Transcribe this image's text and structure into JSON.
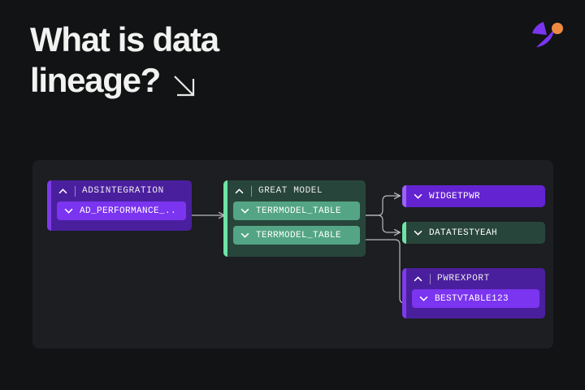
{
  "page": {
    "background": "#111315",
    "title_line1": "What is data",
    "title_line2": "lineage?",
    "title_arrow_icon": "diagonal-arrow-down-right-icon"
  },
  "logo": {
    "name": "brand-logo",
    "wedge_color": "#7b35f0",
    "dot_color": "#ee8a40"
  },
  "canvas": {
    "background": "#1c1e21",
    "edge_color": "#b9b9bb"
  },
  "nodes": [
    {
      "id": "adsintegration",
      "type": "group",
      "title": "ADSINTEGRATION",
      "collapse_icon": "chevron-up-icon",
      "color": "purple",
      "accent": "#7d3bea",
      "body": "#4a1f9e",
      "children": [
        {
          "label": "AD_PERFORMANCE_..",
          "icon": "chevron-down-icon",
          "color": "#7b34ef"
        }
      ]
    },
    {
      "id": "greatmodel",
      "type": "group",
      "title": "GREAT MODEL",
      "collapse_icon": "chevron-up-icon",
      "color": "green",
      "accent": "#6fe3a6",
      "body": "#28453b",
      "children": [
        {
          "label": "TERRMODEL_TABLE",
          "icon": "chevron-down-icon",
          "color": "#53a585"
        },
        {
          "label": "TERRMODEL_TABLE",
          "icon": "chevron-down-icon",
          "color": "#53a585"
        }
      ]
    },
    {
      "id": "widgetpwr",
      "type": "leaf",
      "label": "WIDGETPWR",
      "icon": "chevron-down-icon",
      "color": "purple",
      "accent": "#9a63f5",
      "body": "#6423d1"
    },
    {
      "id": "datatestyeah",
      "type": "leaf",
      "label": "DATATESTYEAH",
      "icon": "chevron-down-icon",
      "color": "green",
      "accent": "#6fe3a6",
      "body": "#28453b"
    },
    {
      "id": "pwrexport",
      "type": "group",
      "title": "PWREXPORT",
      "collapse_icon": "chevron-up-icon",
      "color": "purple",
      "accent": "#7d3bea",
      "body": "#4a1f9e",
      "children": [
        {
          "label": "BESTVTABLE123",
          "icon": "chevron-down-icon",
          "color": "#7b34ef"
        }
      ]
    }
  ],
  "edges": [
    {
      "from": "AD_PERFORMANCE_..",
      "to": "TERRMODEL_TABLE"
    },
    {
      "from": "TERRMODEL_TABLE",
      "to": "WIDGETPWR"
    },
    {
      "from": "TERRMODEL_TABLE",
      "to": "DATATESTYEAH"
    },
    {
      "from": "TERRMODEL_TABLE",
      "to": "BESTVTABLE123"
    }
  ]
}
